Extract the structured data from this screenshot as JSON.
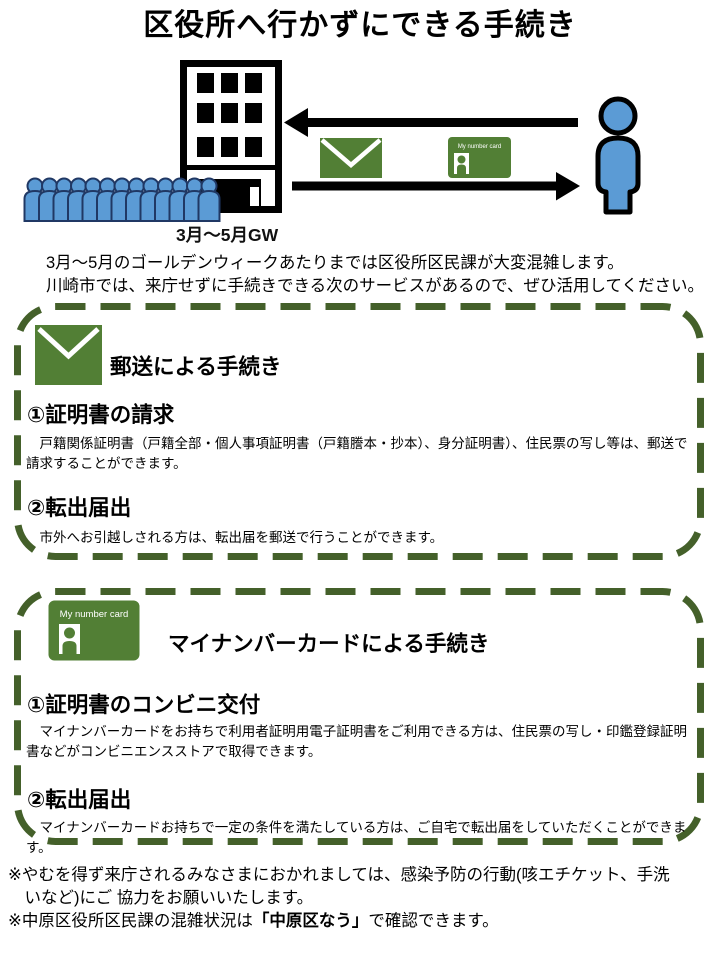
{
  "page": {
    "title": "区役所へ行かずにできる手続き"
  },
  "colors": {
    "icon_green": "#527f35",
    "dashed_border_green": "#44602a",
    "people_blue": "#5b9bd5",
    "text_black": "#000000"
  },
  "illustration": {
    "queue_label": "3月～5月GW",
    "card_label": "My number card"
  },
  "intro": {
    "line1": "3月～5月のゴールデンウィークあたりまでは区役所区民課が大変混雑します。",
    "line2": "川崎市では、来庁せずに手続きできる次のサービスがあるので、ぜひ活用してください。"
  },
  "mail_box": {
    "heading": "郵送による手続き",
    "items": [
      {
        "title": "①証明書の請求",
        "body": "　戸籍関係証明書（戸籍全部・個人事項証明書（戸籍謄本・抄本）、身分証明書）、住民票の写し等は、郵送で請求することができます。"
      },
      {
        "title": "②転出届出",
        "body": "　市外へお引越しされる方は、転出届を郵送で行うことができます。"
      }
    ]
  },
  "mynumber_box": {
    "heading": "マイナンバーカードによる手続き",
    "card_label": "My number card",
    "items": [
      {
        "title": "①証明書のコンビニ交付",
        "body": "　マイナンバーカードをお持ちで利用者証明用電子証明書をご利用できる方は、住民票の写し・印鑑登録証明書などがコンビニエンスストアで取得できます。"
      },
      {
        "title": "②転出届出",
        "body": "　マイナンバーカードお持ちで一定の条件を満たしている方は、ご自宅で転出届をしていただくことができます。"
      }
    ]
  },
  "footer": {
    "note1_line1": "※やむを得ず来庁されるみなさまにおかれましては、感染予防の行動(咳エチケット、手洗",
    "note1_line2": "　いなど)にご 協力をお願いいたします。",
    "note2_prefix": "※中原区役所区民課の混雑状況は",
    "note2_bold": "「中原区なう」",
    "note2_suffix": "で確認できます。"
  }
}
